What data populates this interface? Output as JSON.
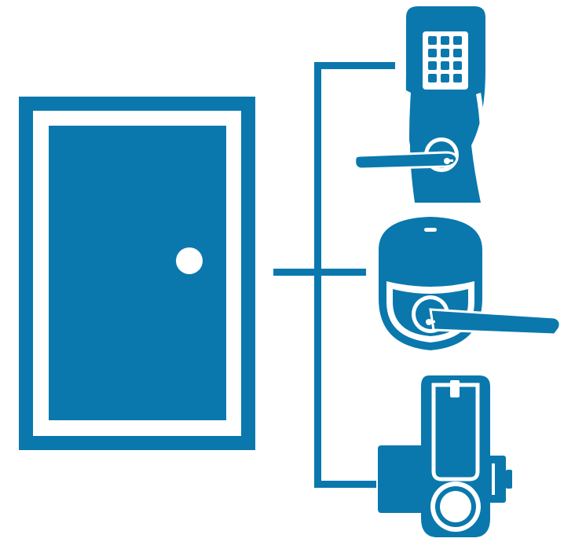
{
  "diagram": {
    "colors": {
      "primary": "#0a78ad",
      "background": "#ffffff"
    },
    "nodes": [
      {
        "id": "door",
        "icon": "door-icon"
      },
      {
        "id": "keypad-lever-lock",
        "icon": "keypad-lever-lock-icon"
      },
      {
        "id": "proximity-lever-lock",
        "icon": "proximity-lever-lock-icon"
      },
      {
        "id": "deadbolt-lock",
        "icon": "deadbolt-lock-icon"
      }
    ],
    "connections": [
      {
        "from": "door",
        "to": "keypad-lever-lock"
      },
      {
        "from": "door",
        "to": "proximity-lever-lock"
      },
      {
        "from": "door",
        "to": "deadbolt-lock"
      }
    ]
  }
}
